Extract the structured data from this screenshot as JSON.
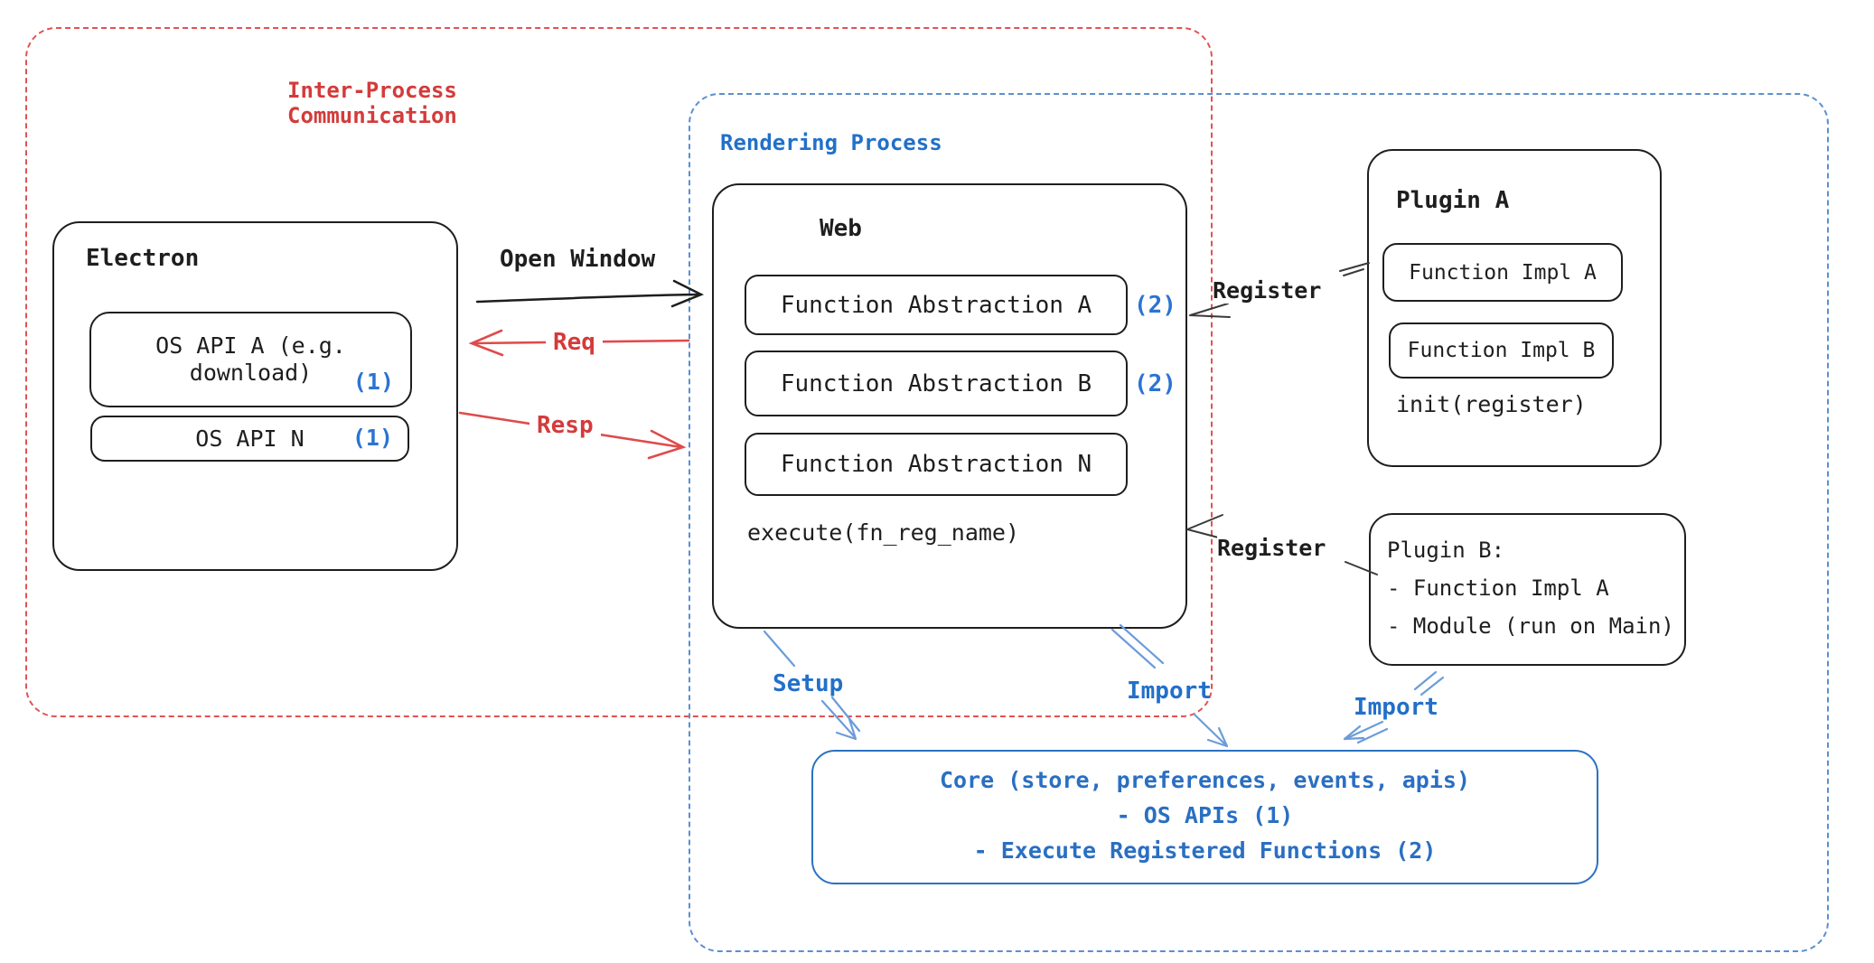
{
  "regions": {
    "ipc": {
      "label": "Inter-Process Communication"
    },
    "rendering": {
      "label": "Rendering Process"
    }
  },
  "electron": {
    "title": "Electron",
    "items": [
      {
        "label": "OS API A (e.g. download)",
        "tag": "(1)"
      },
      {
        "label": "OS API N",
        "tag": "(1)"
      }
    ]
  },
  "web": {
    "title": "Web",
    "items": [
      {
        "label": "Function Abstraction A",
        "tag": "(2)"
      },
      {
        "label": "Function Abstraction B",
        "tag": "(2)"
      },
      {
        "label": "Function Abstraction N",
        "tag": ""
      }
    ],
    "footer": "execute(fn_reg_name)"
  },
  "plugin_a": {
    "title": "Plugin A",
    "items": [
      {
        "label": "Function Impl A"
      },
      {
        "label": "Function Impl B"
      }
    ],
    "footer": "init(register)"
  },
  "plugin_b": {
    "lines": [
      "Plugin B:",
      "- Function Impl A",
      "- Module (run on Main)"
    ]
  },
  "core": {
    "lines": [
      "Core (store, preferences, events, apis)",
      "- OS APIs (1)",
      "- Execute Registered Functions (2)"
    ]
  },
  "arrows": {
    "open_window": "Open Window",
    "req": "Req",
    "resp": "Resp",
    "register_plugin_a": "Register",
    "register_plugin_b": "Register",
    "setup": "Setup",
    "import_web": "Import",
    "import_plugin_b": "Import"
  },
  "colors": {
    "ink": "#1e1e1e",
    "red": "#d33b3b",
    "red_dash": "#e05353",
    "blue_text": "#2270c9",
    "blue_tag": "#2b74d2",
    "blue_dash": "#5b8fd0",
    "blue_arrow": "#6b9cd9"
  }
}
